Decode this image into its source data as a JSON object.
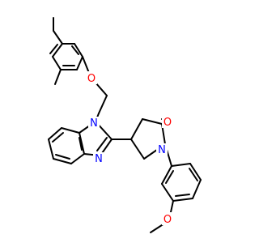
{
  "colors": {
    "bond": "#000000",
    "N": "#0000ff",
    "O": "#ff0000",
    "background": "#ffffff"
  },
  "atoms": {
    "o_ether_top": "O",
    "n_benzimidazole_1": "N",
    "n_benzimidazole_3": "N",
    "o_carbonyl": "O",
    "n_pyrrolidinone": "N",
    "o_methoxy": "O"
  }
}
